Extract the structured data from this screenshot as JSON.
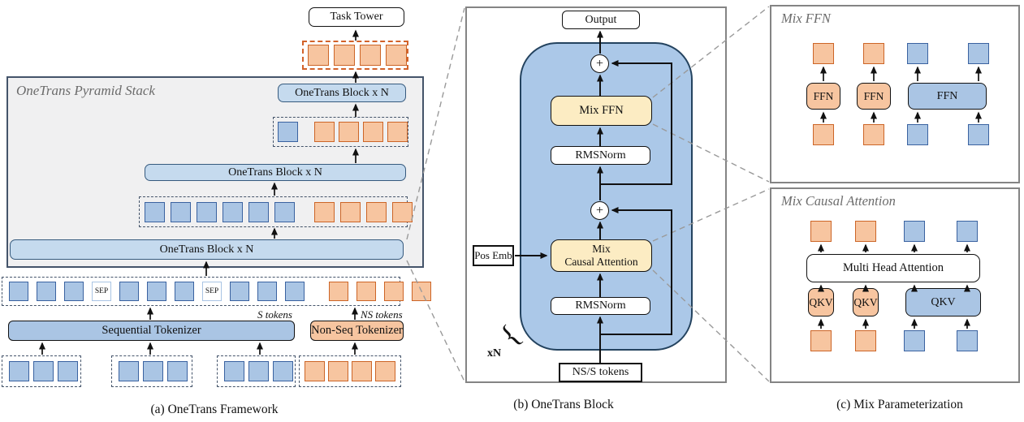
{
  "palette": {
    "blue_fill": "#aac5e4",
    "blue_border": "#3a62a0",
    "orange_fill": "#f7c5a0",
    "orange_border": "#cc6527",
    "orange_dash": "#d2622a",
    "block_fill": "#c5daee",
    "block_border": "#365a7e",
    "yellow_fill": "#fcecc3",
    "panel_gray": "#f0f0f1",
    "slate": "#44546a",
    "container_blue": "#abc8e8",
    "container_border": "#24435f",
    "ink": "#111111",
    "connector_gray": "#9a9a9a",
    "title_gray": "#6b6b6b",
    "sep_border": "#a9c4e4",
    "panel_border": "#848484"
  },
  "captions": {
    "a": "(a) OneTrans Framework",
    "b": "(b) OneTrans Block",
    "c": "(c) Mix Parameterization"
  },
  "panel_a": {
    "title": "OneTrans Pyramid Stack",
    "task_tower": "Task Tower",
    "block_label": "OneTrans Block x N",
    "seq_tokenizer": "Sequential Tokenizer",
    "ns_tokenizer": "Non-Seq Tokenizer",
    "s_tokens_label": "S tokens",
    "ns_tokens_label": "NS tokens",
    "sep_label": "SEP",
    "tokens": {
      "output_row": [
        "o",
        "o",
        "o",
        "o"
      ],
      "level2_row": [
        "b",
        "gap",
        "o",
        "o",
        "o",
        "o"
      ],
      "level1_row": [
        "b",
        "b",
        "b",
        "b",
        "b",
        "b",
        "gap",
        "o",
        "o",
        "o",
        "o"
      ],
      "input_row": [
        "b",
        "b",
        "b",
        "sep",
        "b",
        "b",
        "b",
        "sep",
        "b",
        "b",
        "b",
        "gap",
        "o",
        "o",
        "o",
        "o"
      ],
      "seq_group1": [
        "b",
        "b",
        "b"
      ],
      "seq_group2": [
        "b",
        "b",
        "b"
      ],
      "seq_group3": [
        "b",
        "b",
        "b"
      ],
      "ns_group": [
        "o",
        "o",
        "o",
        "o"
      ]
    }
  },
  "panel_b": {
    "output": "Output",
    "mix_ffn": "Mix FFN",
    "rmsnorm": "RMSNorm",
    "mca_line1": "Mix",
    "mca_line2": "Causal Attention",
    "pos_emb": "Pos Emb",
    "input_tokens": "NS/S tokens",
    "repeat_label": "xN",
    "plus": "+",
    "brace": "{"
  },
  "panel_c": {
    "ffn_panel_title": "Mix FFN",
    "mca_panel_title": "Mix Causal Attention",
    "ffn_label": "FFN",
    "qkv_label": "QKV",
    "mha_label": "Multi Head Attention"
  }
}
